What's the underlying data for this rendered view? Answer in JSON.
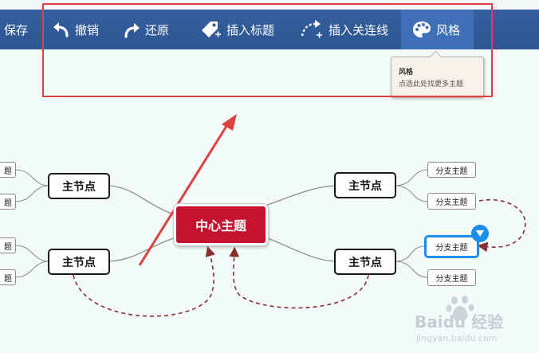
{
  "toolbar": {
    "save_label": "保存",
    "undo_label": "撤销",
    "redo_label": "还原",
    "insert_title_label": "插入标题",
    "insert_link_label": "插入关连线",
    "style_label": "风格",
    "icons": {
      "undo": "undo-arrow-icon",
      "redo": "redo-arrow-icon",
      "insert_title": "tag-plus-icon",
      "insert_link": "curved-arrow-plus-icon",
      "style": "palette-icon"
    }
  },
  "tooltip": {
    "title": "风格",
    "text": "点选此处找更多主题"
  },
  "mindmap": {
    "center": "中心主题",
    "main_nodes": [
      "主节点",
      "主节点",
      "主节点",
      "主节点"
    ],
    "sub_nodes_right": [
      "分支主题",
      "分支主题",
      "分支主题",
      "分支主题"
    ],
    "sub_nodes_left_partial": [
      "题",
      "题",
      "题",
      "题"
    ]
  },
  "watermark": {
    "brand": "Baidu 经验",
    "url": "jingyan.baidu.com"
  },
  "colors": {
    "toolbar": "#2d5591",
    "active_item": "#3f6fb7",
    "center_node": "#c4122f",
    "annotation_red": "#e0403f",
    "relation_line": "#8b2f2f",
    "selection": "#1b8ee8"
  }
}
